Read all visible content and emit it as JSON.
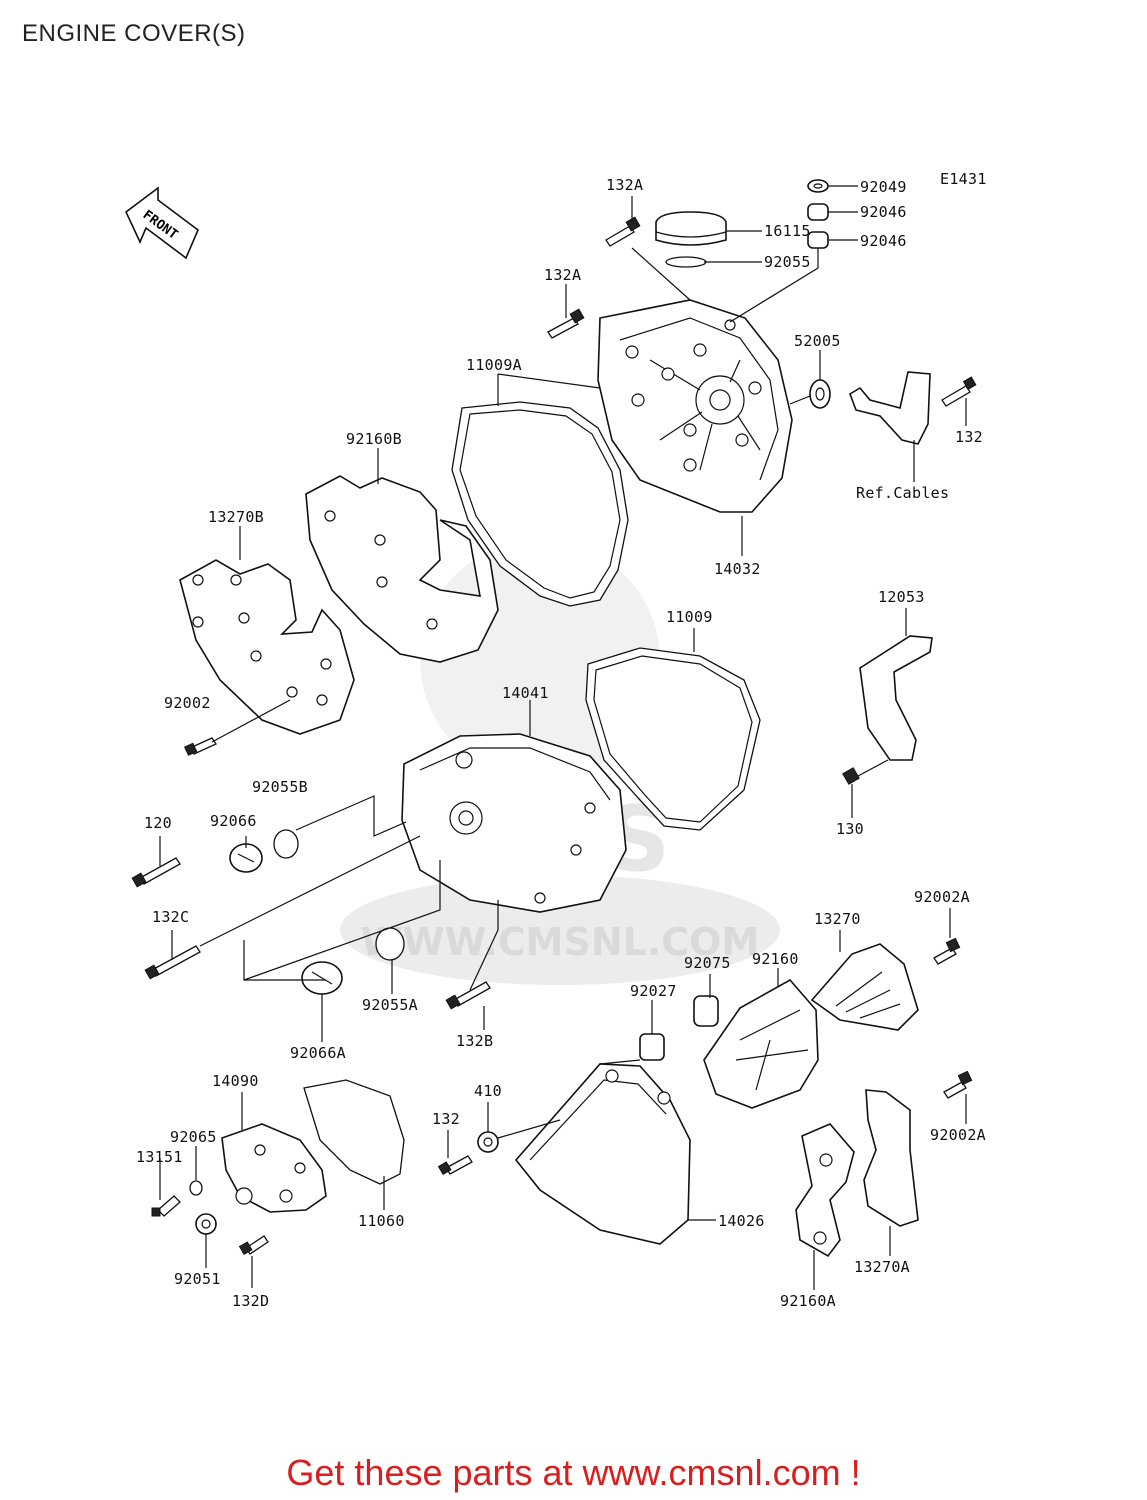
{
  "page": {
    "title": "ENGINE COVER(S)",
    "footer": "Get these parts at www.cmsnl.com !"
  },
  "diagram": {
    "code": "E1431",
    "front_label": "FRONT",
    "watermark": {
      "brand": "CMS",
      "url": "WWW.CMSNL.COM"
    },
    "ref_cables": "Ref.Cables",
    "parts": [
      "132A",
      "132A",
      "16115",
      "92055",
      "92049",
      "92046",
      "92046",
      "52005",
      "132",
      "11009A",
      "92160B",
      "13270B",
      "14032",
      "12053",
      "11009",
      "14041",
      "92002",
      "92055B",
      "92066",
      "120",
      "130",
      "132C",
      "92002A",
      "13270",
      "92160",
      "92075",
      "92027",
      "92055A",
      "132B",
      "92066A",
      "14090",
      "410",
      "132",
      "92065",
      "13151",
      "11060",
      "14026",
      "92002A",
      "13270A",
      "92051",
      "132D",
      "92160A"
    ]
  },
  "colors": {
    "footer_text": "#d81e1e",
    "line": "#111111",
    "watermark": "#e8e8e8"
  }
}
